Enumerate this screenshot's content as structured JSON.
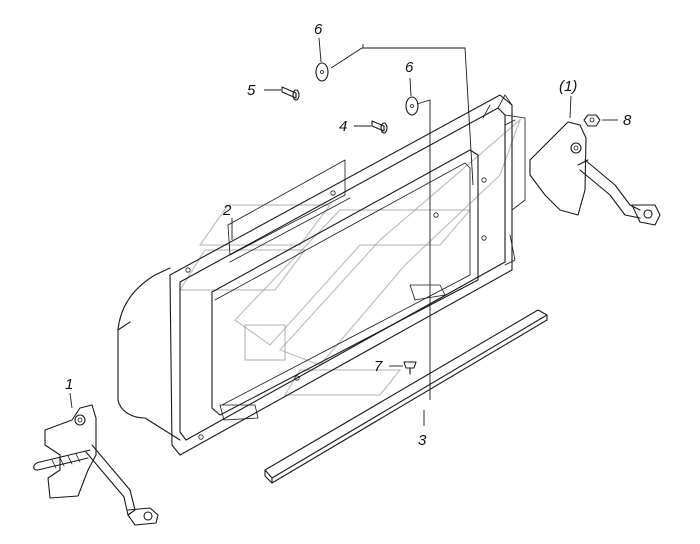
{
  "callouts": {
    "part_1": "1",
    "part_1_paren": "(1)",
    "part_2": "2",
    "part_3": "3",
    "part_4": "4",
    "part_5": "5",
    "part_6a": "6",
    "part_6b": "6",
    "part_7": "7",
    "part_8": "8"
  },
  "colors": {
    "line": "#1a1a1a",
    "background": "#ffffff",
    "watermark": "#8a8a8a"
  }
}
